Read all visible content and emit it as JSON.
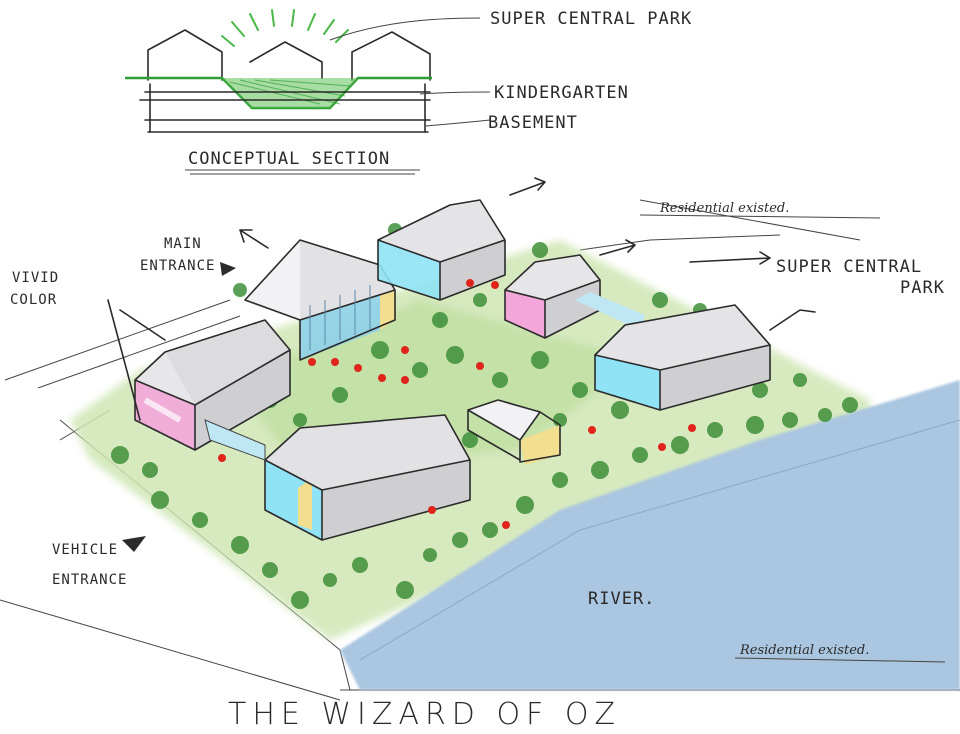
{
  "labels": {
    "section_park": "SUPER CENTRAL PARK",
    "section_kindergarten": "KINDERGARTEN",
    "section_basement": "BASEMENT",
    "section_title": "CONCEPTUAL SECTION",
    "residential_top": "Residential existed.",
    "main_entrance_1": "MAIN",
    "main_entrance_2": "ENTRANCE",
    "park_line1": "SUPER CENTRAL",
    "park_line2": "PARK",
    "vivid_1": "VIVID",
    "vivid_2": "COLOR",
    "vehicle_1": "VEHICLE",
    "vehicle_2": "ENTRANCE",
    "river": "RIVER.",
    "residential_bottom": "Residential existed.",
    "title": "THE WIZARD OF OZ"
  },
  "colors": {
    "grass": "#cfe6b4",
    "trees": "#3f8f3a",
    "river": "#aac6e0",
    "roof_gray": "#d7d7d9",
    "cyan": "#8fe3f5",
    "pink": "#f2a6d9",
    "yellow": "#f1de8e",
    "people": "#e0241c",
    "section_green": "#3ca83c"
  }
}
